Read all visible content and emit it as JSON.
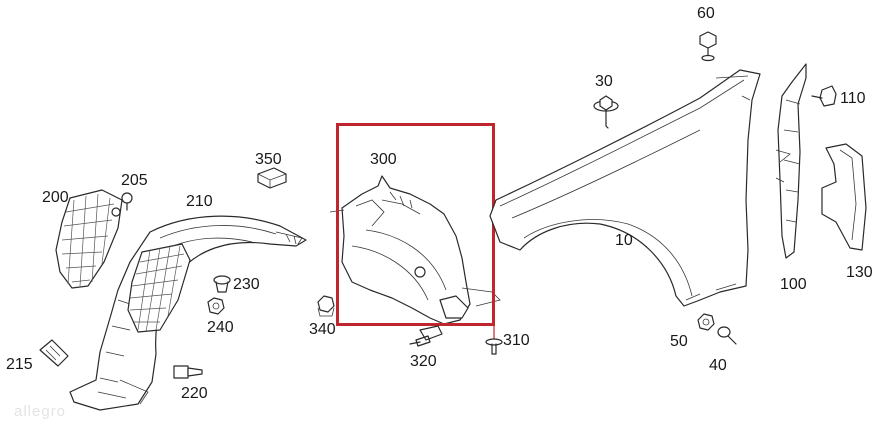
{
  "parts": [
    {
      "id": "p10",
      "number": "10"
    },
    {
      "id": "p30",
      "number": "30"
    },
    {
      "id": "p40",
      "number": "40"
    },
    {
      "id": "p50",
      "number": "50"
    },
    {
      "id": "p60",
      "number": "60"
    },
    {
      "id": "p100",
      "number": "100"
    },
    {
      "id": "p110",
      "number": "110"
    },
    {
      "id": "p130",
      "number": "130"
    },
    {
      "id": "p200",
      "number": "200"
    },
    {
      "id": "p205",
      "number": "205"
    },
    {
      "id": "p210",
      "number": "210"
    },
    {
      "id": "p215",
      "number": "215"
    },
    {
      "id": "p220",
      "number": "220"
    },
    {
      "id": "p230",
      "number": "230"
    },
    {
      "id": "p240",
      "number": "240"
    },
    {
      "id": "p300",
      "number": "300"
    },
    {
      "id": "p310",
      "number": "310"
    },
    {
      "id": "p320",
      "number": "320"
    },
    {
      "id": "p340",
      "number": "340"
    },
    {
      "id": "p350",
      "number": "350"
    }
  ],
  "highlight": {
    "part": "300",
    "color": "#c0262d"
  },
  "watermark": "allegro"
}
